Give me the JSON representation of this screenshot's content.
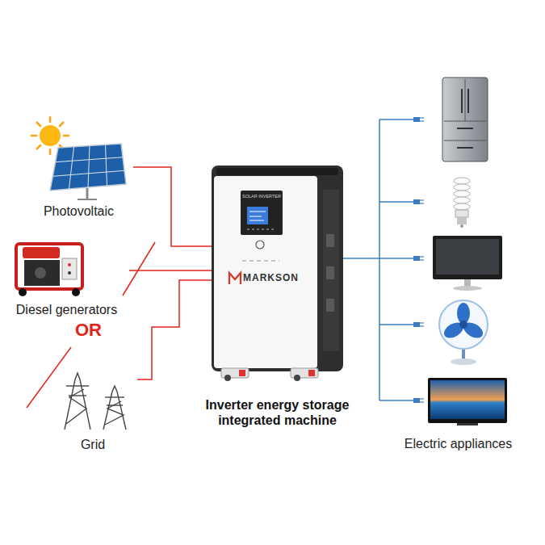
{
  "diagram": {
    "nodes": [
      {
        "text": [
          "Photovoltaic"
        ]
      },
      {
        "text": [
          "Diesel generators"
        ]
      },
      {
        "text": [
          "Grid"
        ]
      },
      {
        "text": [
          "SOLAR INVERTER",
          "MARKSON",
          "Inverter energy storage integrated machine"
        ]
      },
      {
        "text": [
          "Electric appliances"
        ]
      }
    ],
    "edges": [
      {
        "from": 0,
        "to": 3,
        "arrow": "none"
      },
      {
        "from": 1,
        "to": 3,
        "arrow": "none"
      },
      {
        "from": 2,
        "to": 3,
        "arrow": "none"
      },
      {
        "from": 3,
        "to": 4,
        "arrow": "none"
      }
    ],
    "labels": [
      "OR"
    ]
  }
}
